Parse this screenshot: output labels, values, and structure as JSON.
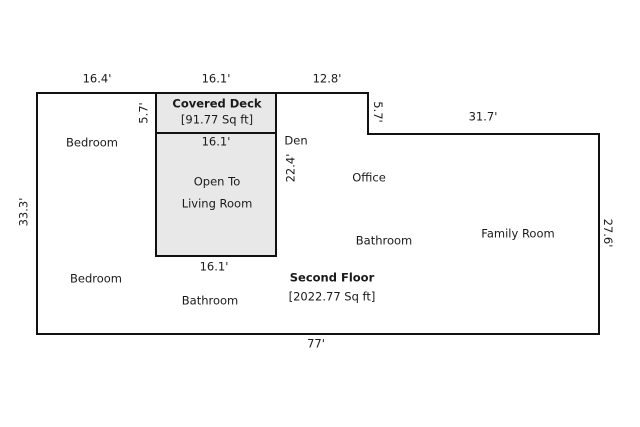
{
  "floor_plan": {
    "floor": {
      "name": "Second Floor",
      "area": "[2022.77 Sq ft]"
    },
    "covered_deck": {
      "name": "Covered Deck",
      "area": "[91.77 Sq ft]"
    },
    "open_to": {
      "line1": "Open To",
      "line2": "Living Room"
    },
    "rooms": {
      "bedroom_upper": "Bedroom",
      "bedroom_lower": "Bedroom",
      "bathroom_lower": "Bathroom",
      "bathroom_mid": "Bathroom",
      "den": "Den",
      "office": "Office",
      "family_room": "Family Room"
    },
    "dimensions": {
      "top_bedroom_width": "16.4'",
      "top_deck_width": "16.1'",
      "top_den_width": "12.8'",
      "upper_right_width": "31.7'",
      "deck_depth": "5.7'",
      "step_depth": "5.7'",
      "left_height": "33.3'",
      "right_height": "27.6'",
      "bottom_width": "77'",
      "living_width_upper": "16.1'",
      "living_width_lower": "16.1'",
      "living_height": "22.4'"
    },
    "colors": {
      "outline": "#111111",
      "area_fill": "#e8e8e8",
      "text": "#1a1a1a",
      "background": "#ffffff"
    }
  }
}
